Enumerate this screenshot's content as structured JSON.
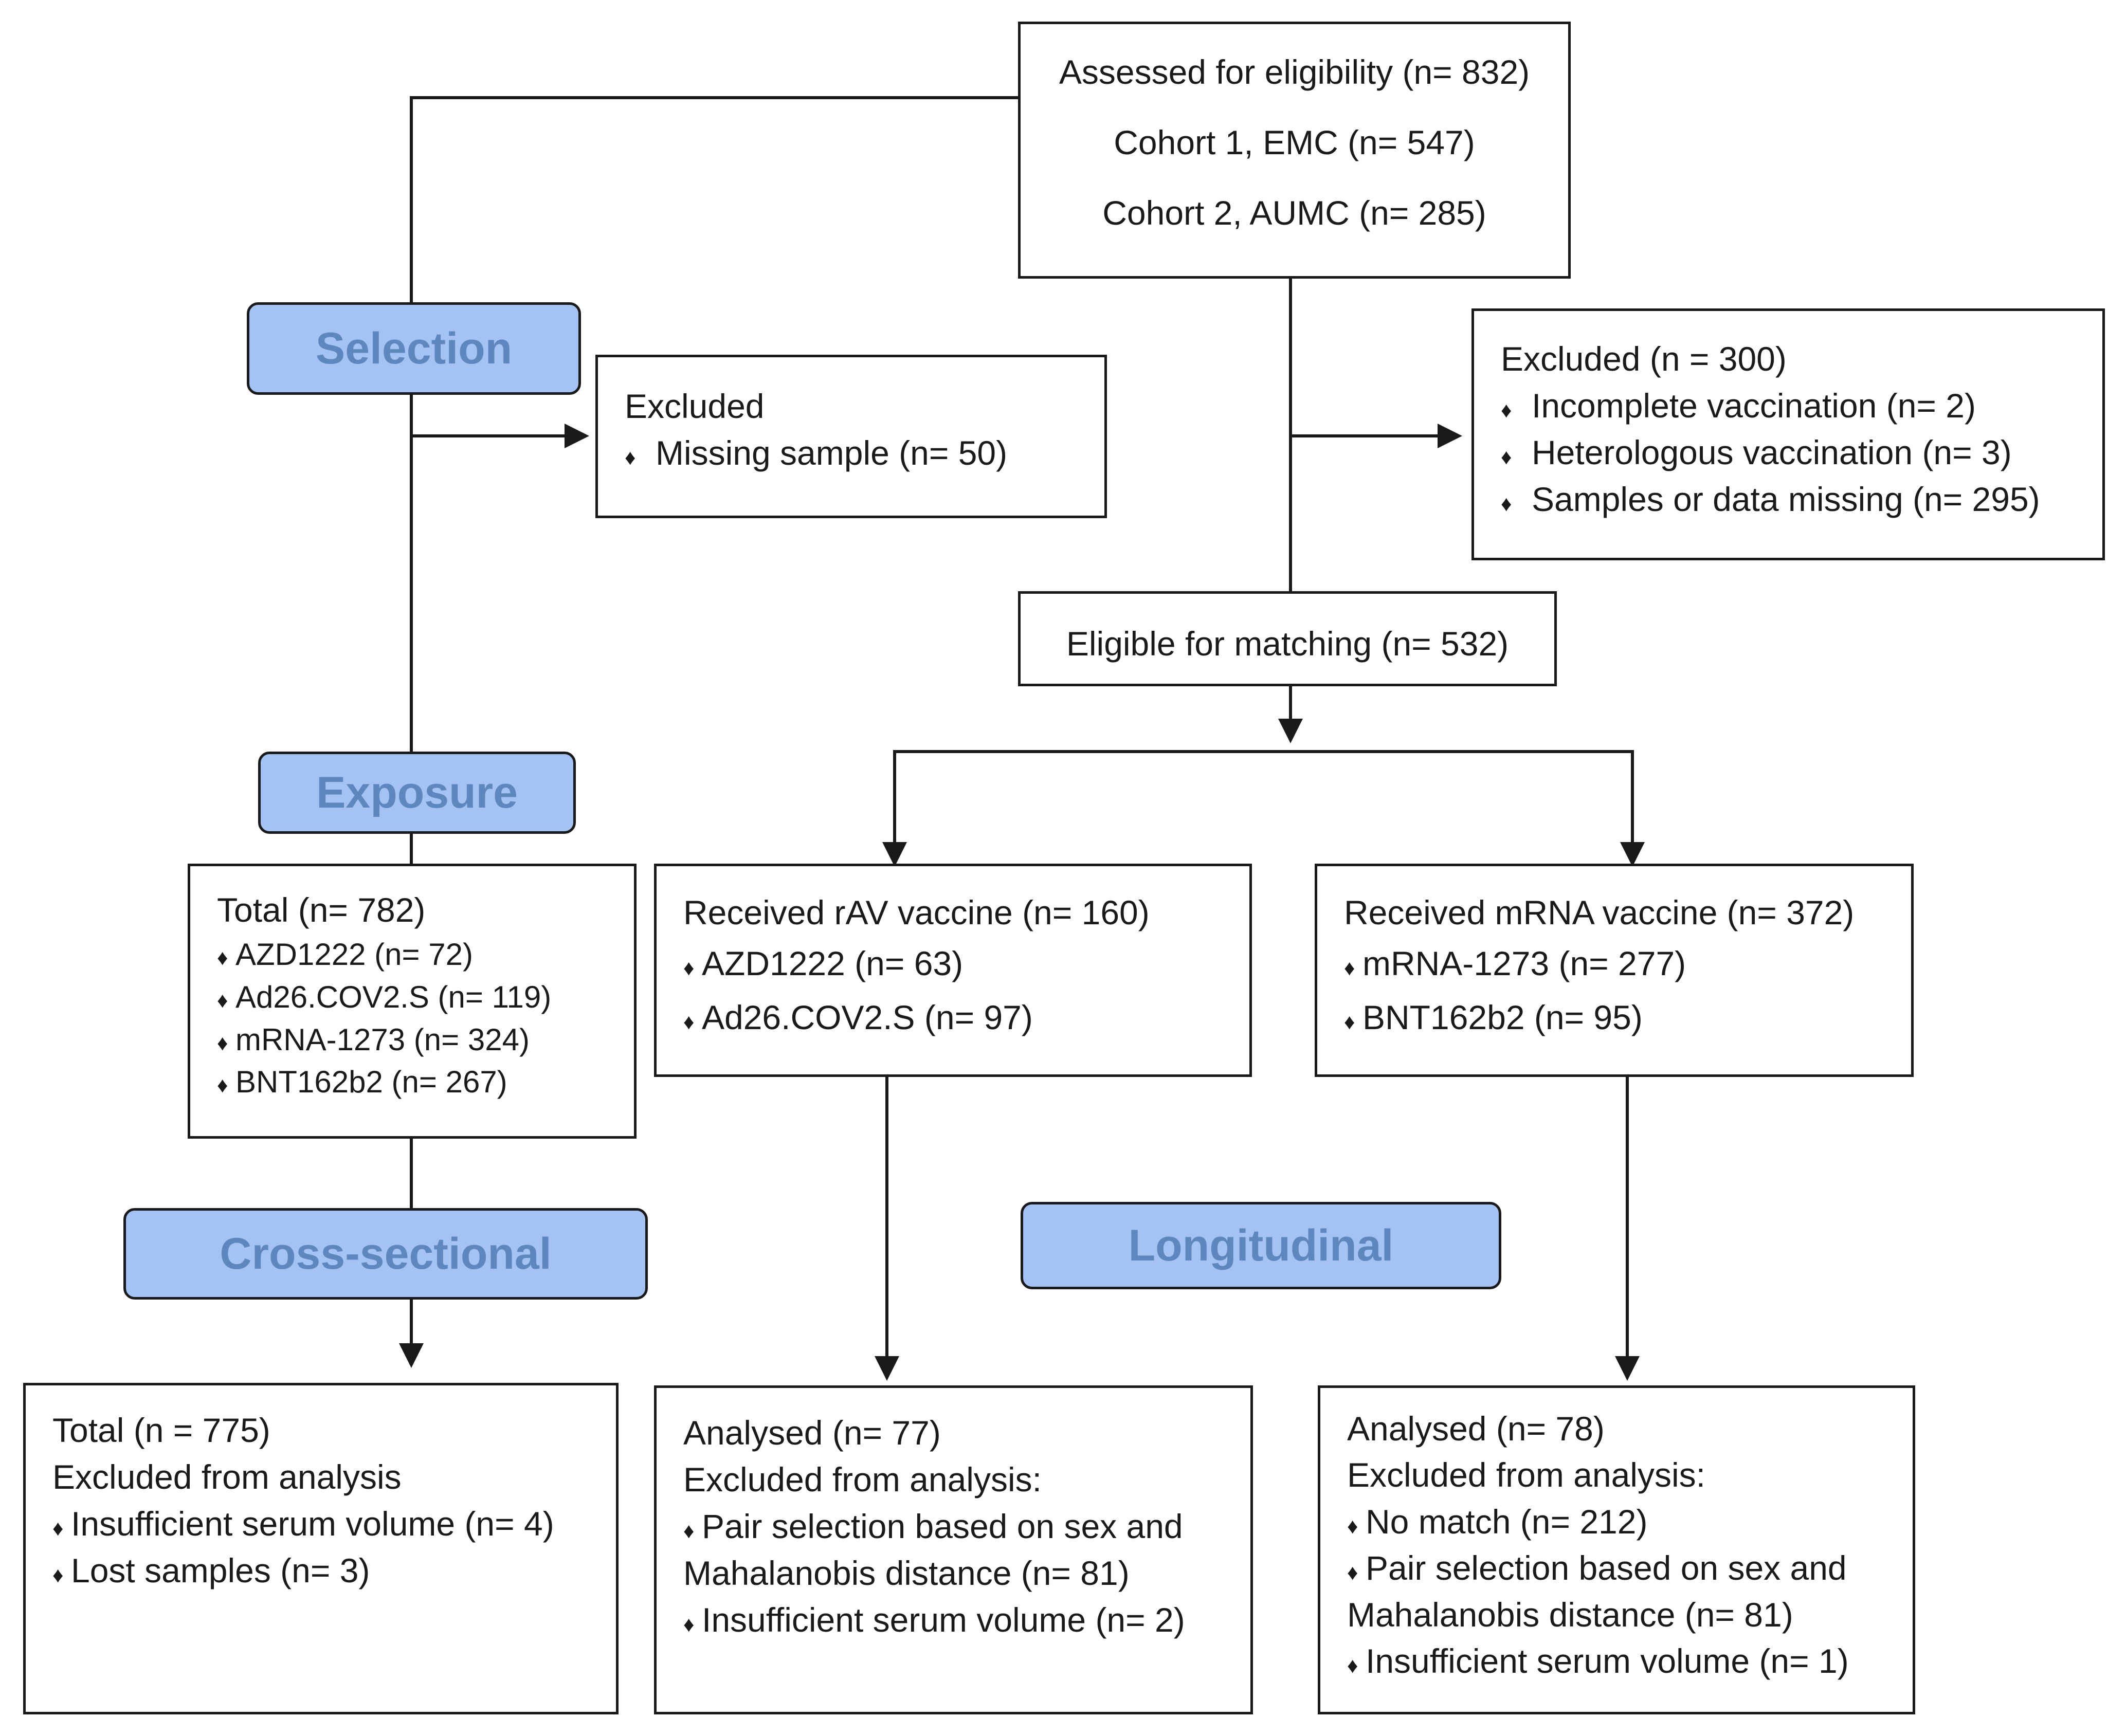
{
  "stages": {
    "selection": "Selection",
    "exposure": "Exposure",
    "cross_sectional": "Cross-sectional",
    "longitudinal": "Longitudinal"
  },
  "assessed": {
    "title": "Assessed for eligibility (n= 832)",
    "cohort1": "Cohort 1, EMC (n= 547)",
    "cohort2": "Cohort 2, AUMC (n= 285)"
  },
  "excluded_left": {
    "title": "Excluded",
    "items": [
      "Missing sample (n= 50)"
    ]
  },
  "excluded_right": {
    "title": "Excluded  (n = 300)",
    "items": [
      "Incomplete vaccination (n= 2)",
      "Heterologous vaccination (n= 3)",
      "Samples or data missing (n= 295)"
    ]
  },
  "eligible": "Eligible for matching (n= 532)",
  "total_exposure": {
    "title": "Total (n= 782)",
    "items": [
      "AZD1222 (n= 72)",
      "Ad26.COV2.S (n= 119)",
      "mRNA-1273 (n= 324)",
      "BNT162b2 (n= 267)"
    ]
  },
  "rav": {
    "title": "Received rAV vaccine (n= 160)",
    "items": [
      "AZD1222 (n= 63)",
      "Ad26.COV2.S (n= 97)"
    ]
  },
  "mrna": {
    "title": "Received mRNA vaccine (n= 372)",
    "items": [
      "mRNA-1273 (n= 277)",
      "BNT162b2 (n= 95)"
    ]
  },
  "cross_result": {
    "title": "Total (n = 775)",
    "subtitle": "Excluded from analysis",
    "items": [
      "Insufficient serum volume (n= 4)",
      "Lost samples (n= 3)"
    ]
  },
  "rav_result": {
    "title": "Analysed (n= 77)",
    "subtitle": "Excluded from analysis:",
    "item1_line1": "Pair selection based on sex and",
    "item1_line2": "Mahalanobis distance (n= 81)",
    "item2": "Insufficient serum volume (n= 2)"
  },
  "mrna_result": {
    "title": "Analysed (n= 78)",
    "subtitle": "Excluded from analysis:",
    "item1": "No match (n= 212)",
    "item2_line1": "Pair selection based on sex and",
    "item2_line2": "Mahalanobis distance (n= 81)",
    "item3": "Insufficient serum volume (n= 1)"
  },
  "colors": {
    "stage_fill": "#a4c2f4",
    "stage_text": "#5e88bd",
    "line": "#1a1a1a"
  },
  "bullet_glyph": "♦"
}
